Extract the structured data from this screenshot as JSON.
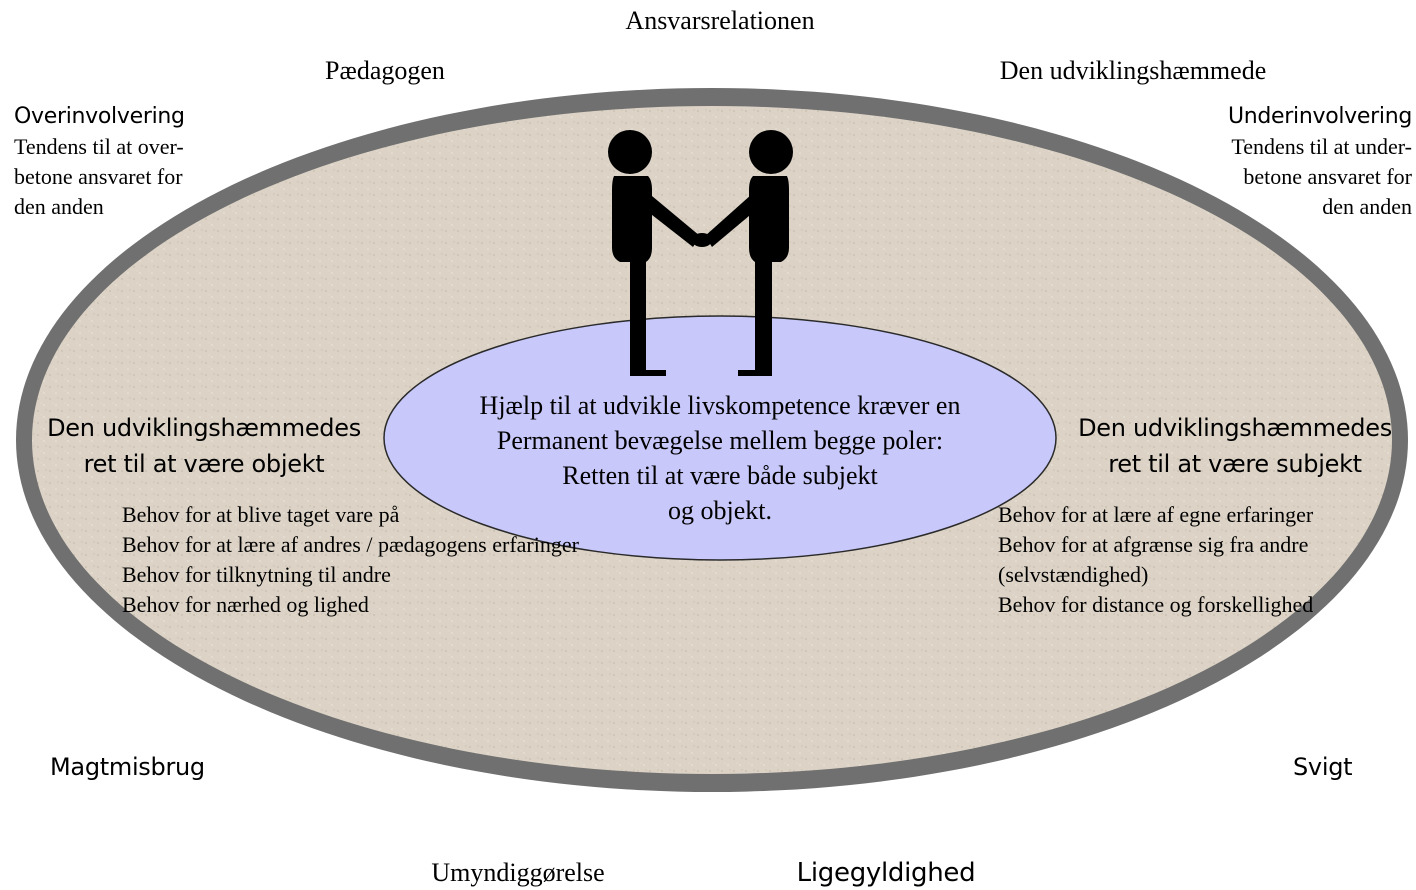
{
  "top": {
    "title": "Ansvarsrelationen",
    "left_party": "Pædagogen",
    "right_party": "Den udviklingshæmmede"
  },
  "left_corner": {
    "heading": "Overinvolvering",
    "line2": "Tendens til at over-",
    "line3": "betone ansvaret for",
    "line4": "den anden"
  },
  "right_corner": {
    "heading": "Underinvolvering",
    "line2": "Tendens til at under-",
    "line3": "betone ansvaret for",
    "line4": "den anden"
  },
  "center": {
    "line1": "Hjælp til at udvikle livskompetence kræver en",
    "line2": "Permanent bevægelse mellem begge poler:",
    "line3": "Retten til at være både subjekt",
    "line4": "og objekt."
  },
  "object_pole": {
    "heading1": "Den udviklingshæmmedes",
    "heading2": "ret til at være objekt",
    "needs": [
      "Behov for at blive taget vare på",
      "Behov for at lære af andres / pædagogens erfaringer",
      "Behov for tilknytning til andre",
      "Behov for nærhed og lighed"
    ]
  },
  "subject_pole": {
    "heading1": "Den udviklingshæmmedes",
    "heading2": "ret til at være subjekt",
    "needs": [
      "Behov for at lære af egne erfaringer",
      "Behov for at afgrænse sig fra andre",
      "(selvstændighed)",
      "Behov for distance og forskellighed"
    ]
  },
  "bottom": {
    "left": "Magtmisbrug",
    "right": "Svigt",
    "center_left": "Umyndiggørelse",
    "center_right": "Ligegyldighed"
  },
  "colors": {
    "outer_ring": "#707070",
    "sand_fill": "#dcd3c6",
    "inner_ellipse": "#c8c8fa",
    "figures": "#000000"
  },
  "icons": [
    "handshake-figures"
  ]
}
